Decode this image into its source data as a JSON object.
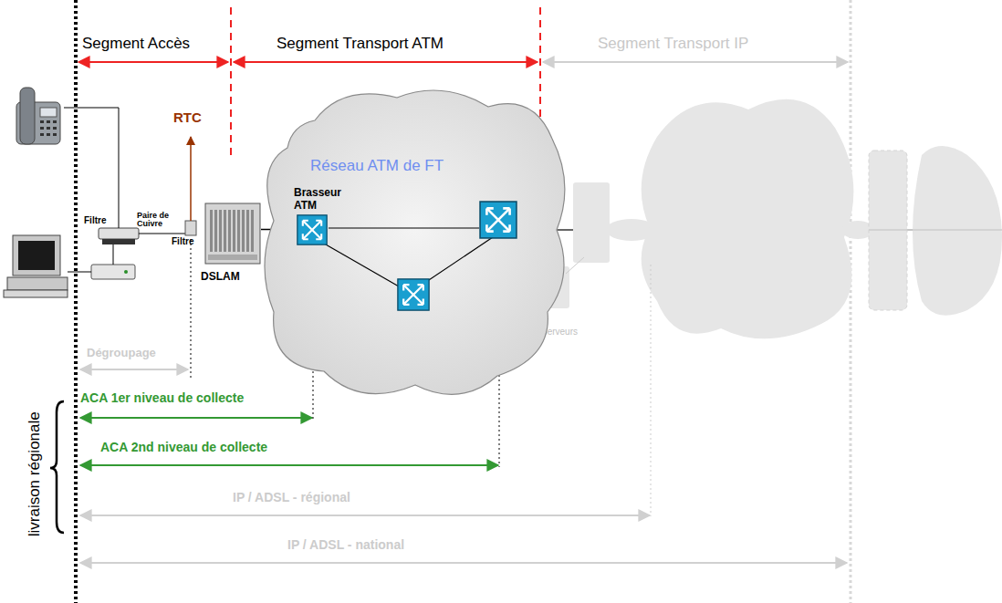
{
  "diagram": {
    "nodes": [
      {
        "text": [
          "Réseau ATM de FT"
        ]
      },
      {
        "text": [
          "Brasseur ATM"
        ],
        "in": 0
      },
      {
        "text": [
          "DSLAM"
        ]
      }
    ],
    "edges": [
      {
        "from": 2,
        "to": 1,
        "arrow": "none"
      }
    ],
    "labels": [
      "Segment Accès",
      "Segment Transport ATM",
      "Segment Transport IP",
      "RTC",
      "Filtre",
      "Paire de Cuivre",
      "Filtre",
      "Serveurs",
      "Dégroupage",
      "ACA 1er niveau de collecte",
      "ACA 2nd niveau de collecte",
      "IP / ADSL - régional",
      "IP / ADSL - national",
      "livraison régionale"
    ]
  }
}
